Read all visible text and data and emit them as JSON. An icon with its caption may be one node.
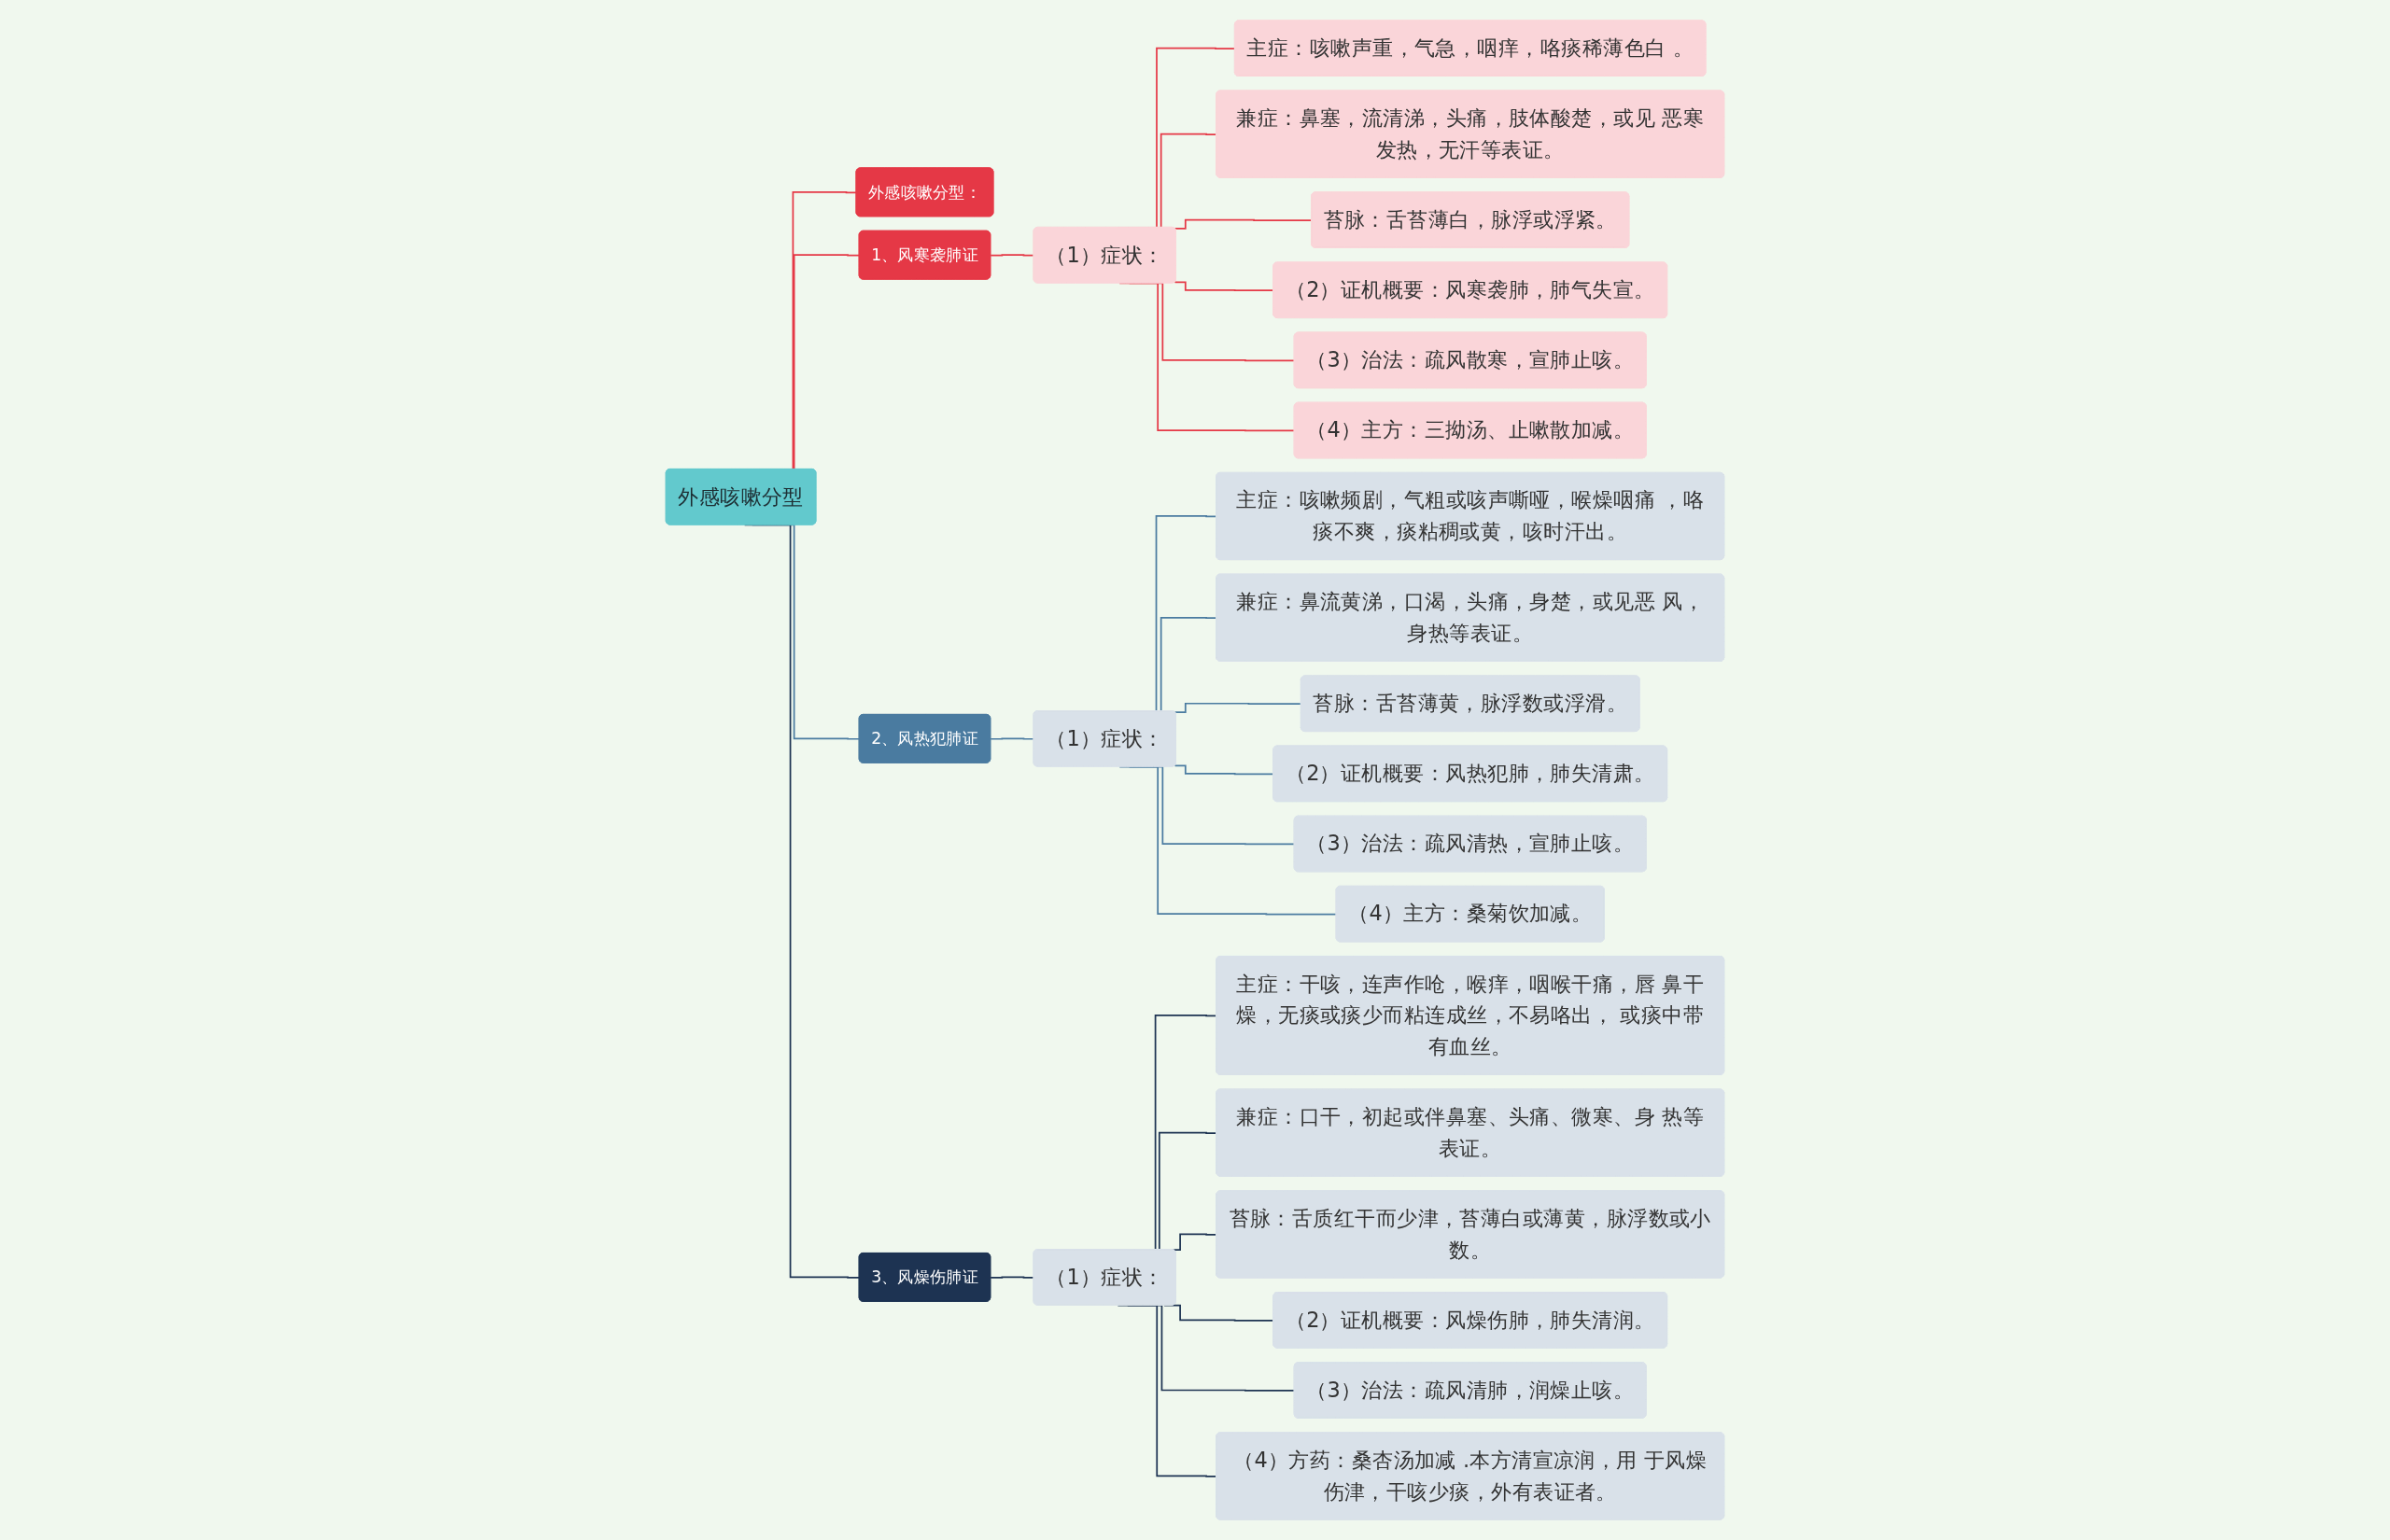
{
  "diagram": {
    "nodes": [
      {
        "text": [
          "外感咳嗽分型"
        ]
      },
      {
        "text": [
          "外感咳嗽分型："
        ]
      },
      {
        "text": [
          "1、风寒袭肺证"
        ]
      },
      {
        "text": [
          "（1）症状："
        ]
      },
      {
        "text": [
          "主症：咳嗽声重，气急，咽痒，咯痰稀薄色白 。"
        ]
      },
      {
        "text": [
          "兼症：鼻塞，流清涕，头痛，肢体酸楚，或见 恶寒发热，无汗等表证。"
        ]
      },
      {
        "text": [
          "苔脉：舌苔薄白，脉浮或浮紧。"
        ]
      },
      {
        "text": [
          "（2）证机概要：风寒袭肺，肺气失宣。"
        ]
      },
      {
        "text": [
          "（3）治法：疏风散寒，宣肺止咳。"
        ]
      },
      {
        "text": [
          "（4）主方：三拗汤、止嗽散加减。"
        ]
      },
      {
        "text": [
          "2、风热犯肺证"
        ]
      },
      {
        "text": [
          "（1）症状："
        ]
      },
      {
        "text": [
          "主症：咳嗽频剧，气粗或咳声嘶哑，喉燥咽痛 ，咯痰不爽，痰粘稠或黄，咳时汗出。"
        ]
      },
      {
        "text": [
          "兼症：鼻流黄涕，口渴，头痛，身楚，或见恶 风，身热等表证。"
        ]
      },
      {
        "text": [
          "苔脉：舌苔薄黄，脉浮数或浮滑。"
        ]
      },
      {
        "text": [
          "（2）证机概要：风热犯肺，肺失清肃。"
        ]
      },
      {
        "text": [
          "（3）治法：疏风清热，宣肺止咳。"
        ]
      },
      {
        "text": [
          "（4）主方：桑菊饮加减。"
        ]
      },
      {
        "text": [
          "3、风燥伤肺证"
        ]
      },
      {
        "text": [
          "（1）症状："
        ]
      },
      {
        "text": [
          "主症：干咳，连声作呛，喉痒，咽喉干痛，唇 鼻干燥，无痰或痰少而粘连成丝，不易咯出， 或痰中带有血丝。"
        ]
      },
      {
        "text": [
          "兼症：口干，初起或伴鼻塞、头痛、微寒、身 热等表证。"
        ]
      },
      {
        "text": [
          "苔脉：舌质红干而少津，苔薄白或薄黄，脉浮数或小数。"
        ]
      },
      {
        "text": [
          "（2）证机概要：风燥伤肺，肺失清润。"
        ]
      },
      {
        "text": [
          "（3）治法：疏风清肺，润燥止咳。"
        ]
      },
      {
        "text": [
          "（4）方药：桑杏汤加减 .本方清宣凉润，用 于风燥伤津，干咳少痰，外有表证者。"
        ]
      }
    ],
    "edges": [
      {
        "from": 0,
        "to": 1,
        "arrow": "none"
      },
      {
        "from": 0,
        "to": 2,
        "arrow": "none"
      },
      {
        "from": 2,
        "to": 3,
        "arrow": "none"
      },
      {
        "from": 3,
        "to": 4,
        "arrow": "none"
      },
      {
        "from": 3,
        "to": 5,
        "arrow": "none"
      },
      {
        "from": 3,
        "to": 6,
        "arrow": "none"
      },
      {
        "from": 3,
        "to": 7,
        "arrow": "none"
      },
      {
        "from": 3,
        "to": 8,
        "arrow": "none"
      },
      {
        "from": 3,
        "to": 9,
        "arrow": "none"
      },
      {
        "from": 0,
        "to": 10,
        "arrow": "none",
        "color": "#4a7ba0"
      },
      {
        "from": 10,
        "to": 11,
        "arrow": "none",
        "color": "#4a7ba0"
      },
      {
        "from": 11,
        "to": 12,
        "arrow": "none",
        "color": "#4a7ba0"
      },
      {
        "from": 11,
        "to": 13,
        "arrow": "none",
        "color": "#4a7ba0"
      },
      {
        "from": 11,
        "to": 14,
        "arrow": "none",
        "color": "#4a7ba0"
      },
      {
        "from": 11,
        "to": 15,
        "arrow": "none",
        "color": "#4a7ba0"
      },
      {
        "from": 11,
        "to": 16,
        "arrow": "none",
        "color": "#4a7ba0"
      },
      {
        "from": 11,
        "to": 17,
        "arrow": "none",
        "color": "#4a7ba0"
      },
      {
        "from": 0,
        "to": 18,
        "arrow": "none",
        "color": "#1d3352"
      },
      {
        "from": 18,
        "to": 19,
        "arrow": "none",
        "color": "#1d3352"
      },
      {
        "from": 19,
        "to": 20,
        "arrow": "none",
        "color": "#1d3352"
      },
      {
        "from": 19,
        "to": 21,
        "arrow": "none",
        "color": "#1d3352"
      },
      {
        "from": 19,
        "to": 22,
        "arrow": "none",
        "color": "#1d3352"
      },
      {
        "from": 19,
        "to": 23,
        "arrow": "none",
        "color": "#1d3352"
      },
      {
        "from": 19,
        "to": 24,
        "arrow": "none",
        "color": "#1d3352"
      },
      {
        "from": 19,
        "to": 25,
        "arrow": "none",
        "color": "#1d3352"
      }
    ]
  }
}
